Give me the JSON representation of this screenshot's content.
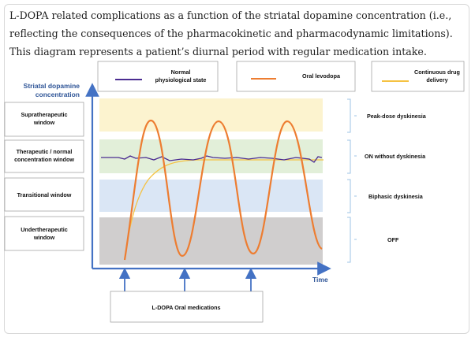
{
  "caption": "L-DOPA related complications as a function of the striatal dopamine concentration (i.e., reflecting the consequences of the pharmacokinetic and pharmacodynamic limitations). This diagram represents a patient’s diurnal period with regular medication intake.",
  "y_axis_title": [
    "Striatal dopamine",
    "concentration"
  ],
  "x_axis_title": "Time",
  "legend": [
    {
      "label": [
        "Normal",
        "physiological state"
      ],
      "color": "#4b2c91"
    },
    {
      "label": [
        "Oral levodopa"
      ],
      "color": "#ed7d31"
    },
    {
      "label": [
        "Continuous drug",
        "delivery"
      ],
      "color": "#f5c242"
    }
  ],
  "windows": [
    {
      "label": [
        "Supratherapeutic",
        "window"
      ],
      "color": "#fcf3cf",
      "effect": "Peak-dose dyskinesia"
    },
    {
      "label": [
        "Therapeutic / normal",
        "concentration window"
      ],
      "color": "#e2efd9",
      "effect": "ON without dyskinesia"
    },
    {
      "label": [
        "Transitional window"
      ],
      "color": "#dae6f5",
      "effect": "Biphasic dyskinesia"
    },
    {
      "label": [
        "Undertherapeutic",
        "window"
      ],
      "color": "#d0cece",
      "effect": "OFF"
    }
  ],
  "medication_box": "L-DOPA Oral medications",
  "colors": {
    "axis": "#4472c4",
    "arrow": "#4472c4",
    "bracket": "#9dc3e6"
  }
}
